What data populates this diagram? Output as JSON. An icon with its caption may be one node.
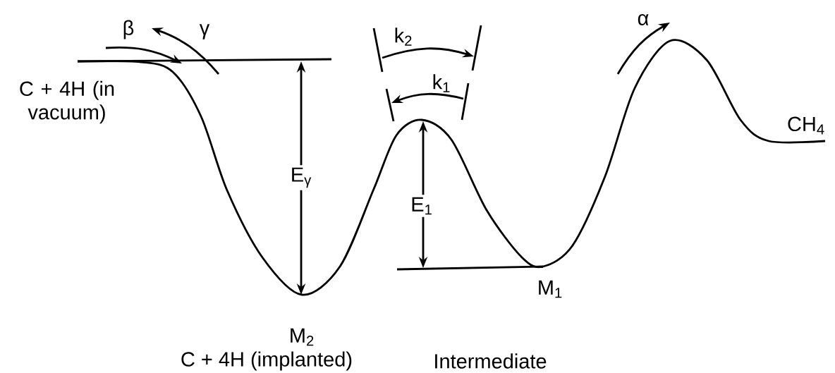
{
  "diagram": {
    "labels": [
      "β",
      "γ",
      "k$_{2}$",
      "α",
      "k$_{1}$",
      "C + 4H (in vacuum)",
      "CH$_{4}$",
      "E$_{γ}$",
      "E$_{1}$",
      "M$_{1}$",
      "M$_{2}$",
      "C + 4H (implanted)",
      "Intermediate"
    ]
  }
}
